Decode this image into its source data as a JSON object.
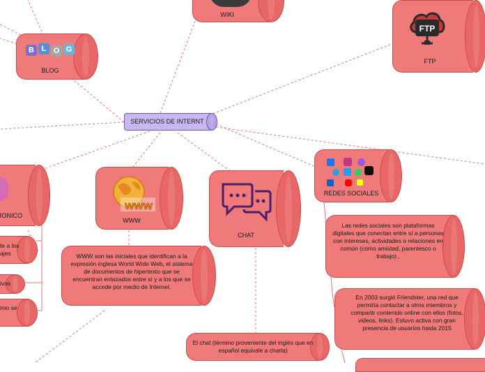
{
  "central": {
    "label": "SERVICIOS DE INTERNT"
  },
  "nodes": {
    "wiki": "WIKI",
    "blog": "BLOG",
    "ftp": "FTP",
    "redes_sociales": "REDES SOCIALES",
    "www": "WWW",
    "chat": "CHAT",
    "correo_partial": "RONICO"
  },
  "icons": {
    "blog_letters": [
      "B",
      "L",
      "O",
      "G"
    ],
    "ftp_badge": "FTP",
    "www_badge": "www"
  },
  "descriptions": {
    "redes": "Las redes sociales son plataformas digitales que conectan entre sí a personas con intereses, actividades o relaciones en común (como amistad, parentesco o trabajo) ,",
    "friendster": "En 2003 surgió Friendster, una red que permitía contactar a otros miembros y compartir contenido online con ellos (fotos, videos, links). Estuvo activa con gran presencia de usuarios hasta 2015",
    "www": "WWW son las iniciales que identifican a la expresión inglesa World Wide Web, el sistema de documentos de hipertexto que se encuentran enlazados entre sí y a los que se accede por medio de Internet.",
    "chat": "El chat (término proveniente del inglés que en español equivale a charla)",
    "left1": "te a los\najes",
    "left2": "ivos",
    "left3": "inio se"
  },
  "colors": {
    "node_fill": "#f07a7a",
    "node_cap": "#e86666",
    "node_border": "#c84b4b",
    "central_fill": "#c9b8ef",
    "connector": "#e8736f"
  }
}
